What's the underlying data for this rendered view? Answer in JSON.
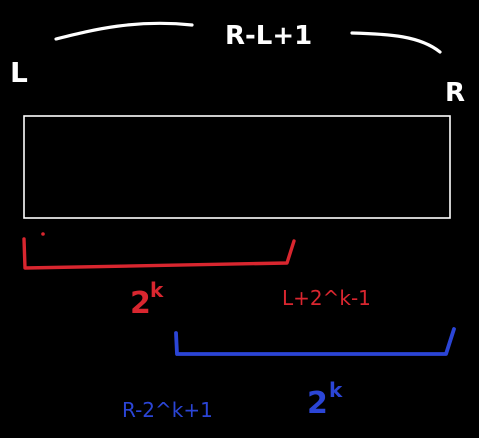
{
  "labels": {
    "left_endpoint": "L",
    "right_endpoint": "R",
    "range_length": "R-L+1",
    "left_block_base": "2",
    "left_block_exp": "k",
    "left_block_end": "L+2^k-1",
    "right_block_base": "2",
    "right_block_exp": "k",
    "right_block_start": "R-2^k+1"
  },
  "colors": {
    "background": "#000000",
    "ink_white": "#ffffff",
    "ink_red": "#d9262f",
    "ink_blue": "#2b45d6"
  }
}
